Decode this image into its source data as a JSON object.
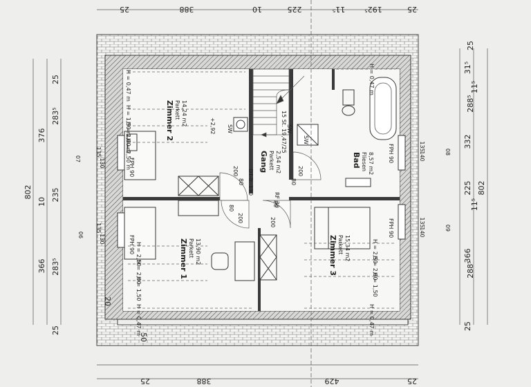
{
  "rooms": {
    "zimmer2": {
      "name": "Zimmer 2",
      "floor": "Parkett",
      "area": "14,24 m2"
    },
    "zimmer1": {
      "name": "Zimmer 1",
      "floor": "Parkett",
      "area": "13,90 m2"
    },
    "gang": {
      "name": "Gang",
      "floor": "Parkett",
      "area": "2,54 m2"
    },
    "bad": {
      "name": "Bad",
      "floor": "Fliesen",
      "area": "8,57 m2"
    },
    "zimmer3": {
      "name": "Zimmer 3",
      "floor": "Parkett",
      "area": "15,34 m2"
    }
  },
  "heights": {
    "z2_047": "H = 0,47 m",
    "z2_150": "H = 1,50 m",
    "z2_200": "H = 2,00 m",
    "z2_250": "H = 2,50 m",
    "z1_250": "H = 2,50",
    "z1_200": "H = 2,00",
    "z1_150": "H = 1,50",
    "z1_047": "H = 0,47 m",
    "bad_047": "H = 0,47 m",
    "z3_250": "H = 2,50",
    "z3_200": "H = 2,00",
    "z3_150": "H = 1,50",
    "z3_047": "H = 0,47 m"
  },
  "labels": {
    "fph_z2": "FPH 90",
    "fph_z1": "FPH 90",
    "fph_bad": "FPH 90",
    "fph_z3": "FPH 90",
    "sw1": "SW",
    "sw2": "SW",
    "sw3": "SW",
    "level": "+2,92",
    "stair": "15 St. 19,47/25",
    "rf": "RF 30",
    "dt": "DT-Tr. 130",
    "d200a": "200",
    "d80a": "80",
    "d80b": "80",
    "d200b": "200",
    "d200c": "200",
    "d80c": "80",
    "d80d": "80",
    "d200d": "200"
  },
  "dims": {
    "top": [
      "25",
      "388",
      "10",
      "225",
      "11⁵",
      "192⁵",
      "25"
    ],
    "bottom": [
      "25",
      "388",
      "429",
      "25"
    ],
    "left_outer": [
      "802"
    ],
    "left_mid": [
      "376",
      "10",
      "366"
    ],
    "left_inner": [
      "25",
      "283⁵",
      "235",
      "283⁵",
      "25"
    ],
    "right_outer": [
      "802"
    ],
    "right_mid": [
      "332",
      "225",
      "366"
    ],
    "right_inner": [
      "25",
      "31⁵",
      "11⁵",
      "288⁵",
      "11⁵",
      "288⁵",
      "25"
    ],
    "win_left": [
      "135",
      "130",
      "07",
      "135",
      "130",
      "06"
    ],
    "win_right": [
      "135",
      "140",
      "08",
      "135",
      "140",
      "09"
    ],
    "misc": [
      "20",
      "50"
    ]
  }
}
